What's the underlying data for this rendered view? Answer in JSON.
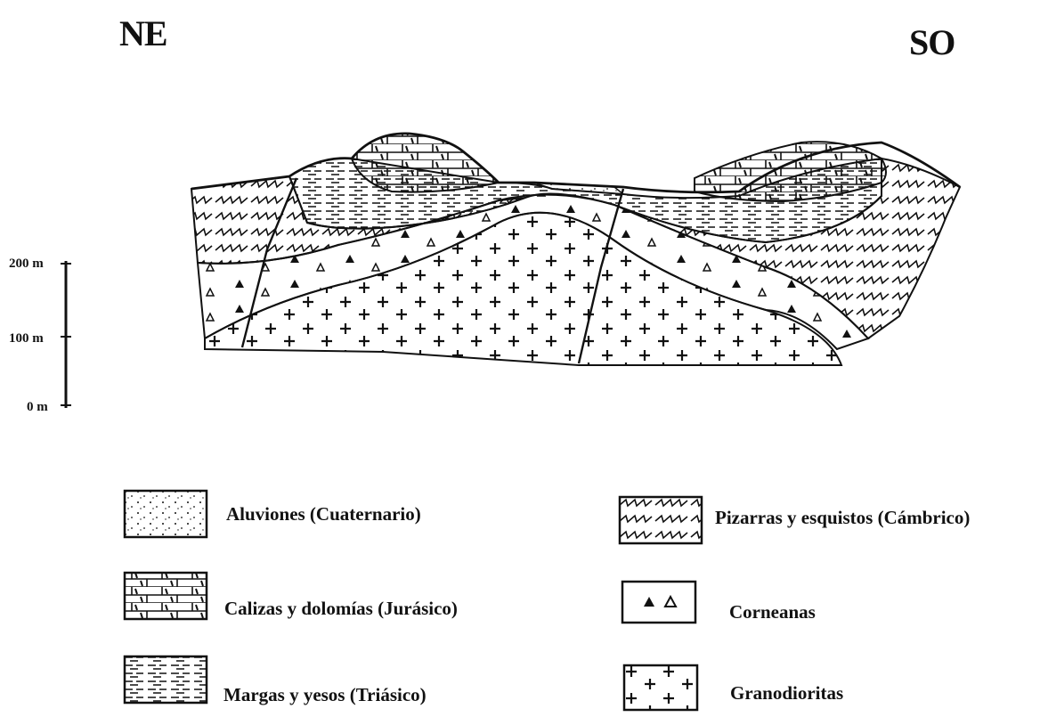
{
  "orientation": {
    "left": "NE",
    "right": "SO"
  },
  "scale": {
    "ticks": [
      "200 m",
      "100 m",
      "0 m"
    ]
  },
  "legend": [
    {
      "key": "aluviones",
      "label": "Aluviones (Cuaternario)"
    },
    {
      "key": "calizas",
      "label": "Calizas y dolomías (Jurásico)"
    },
    {
      "key": "margas",
      "label": "Margas y yesos (Triásico)"
    },
    {
      "key": "pizarras",
      "label": "Pizarras y esquistos (Cámbrico)"
    },
    {
      "key": "corneanas",
      "label": "Corneanas"
    },
    {
      "key": "granodioritas",
      "label": "Granodioritas"
    }
  ],
  "colors": {
    "ink": "#111111",
    "paper": "#ffffff"
  }
}
